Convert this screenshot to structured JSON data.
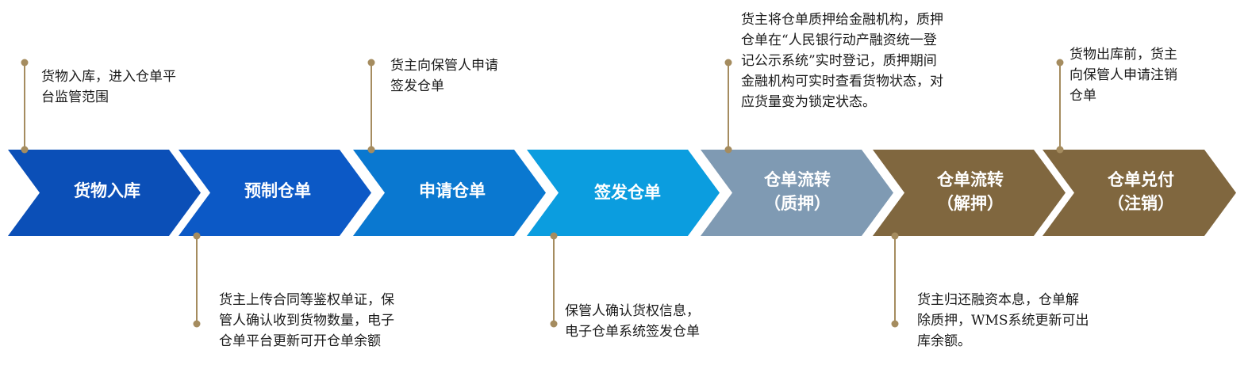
{
  "colors": {
    "connector": "#a58c5f",
    "dot": "#a58c5f",
    "text": "#1a1a1a"
  },
  "steps": [
    {
      "label": "货物入库",
      "color": "#0b4fb7"
    },
    {
      "label": "预制仓单",
      "color": "#0c59c6"
    },
    {
      "label": "申请仓单",
      "color": "#0a78d0"
    },
    {
      "label": "签发仓单",
      "color": "#0b9ddf"
    },
    {
      "label": "仓单流转\n（质押）",
      "color": "#7f9ab3"
    },
    {
      "label": "仓单流转\n（解押）",
      "color": "#80673f"
    },
    {
      "label": "仓单兑付\n（注销）",
      "color": "#80673f"
    }
  ],
  "notes": [
    {
      "text": "货物入库，进入仓单平\n台监管范围"
    },
    {
      "text": "货主上传合同等鉴权单证，保\n管人确认收到货物数量，电子\n仓单平台更新可开仓单余额"
    },
    {
      "text": "货主向保管人申请\n签发仓单"
    },
    {
      "text": "保管人确认货权信息，\n电子仓单系统签发仓单"
    },
    {
      "text": "货主将仓单质押给金融机构，质押\n仓单在“人民银行动产融资统一登\n记公示系统”实时登记，质押期间\n金融机构可实时查看货物状态，对\n应货量变为锁定状态。"
    },
    {
      "text": "货主归还融资本息，仓单解\n除质押，WMS系统更新可出\n库余额。"
    },
    {
      "text": "货物出库前，货主\n向保管人申请注销\n仓单"
    }
  ]
}
